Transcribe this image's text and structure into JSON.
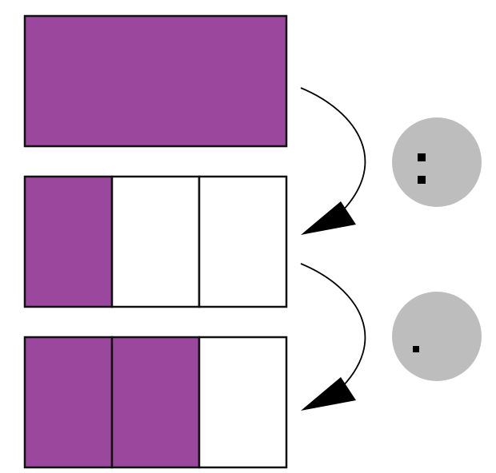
{
  "colors": {
    "filled": "#9c479e",
    "empty": "#ffffff",
    "outline": "#111111",
    "circle": "#bdbdbd",
    "dot": "#000000",
    "arrow": "#000000"
  },
  "bars": [
    {
      "parts": 1,
      "shaded": 1
    },
    {
      "parts": 3,
      "shaded": 1
    },
    {
      "parts": 3,
      "shaded": 2
    }
  ],
  "steps": [
    {
      "from_bar": 0,
      "to_bar": 1,
      "operator": "division-sign",
      "operator_dots": 2
    },
    {
      "from_bar": 1,
      "to_bar": 2,
      "operator": "multiplication-dot",
      "operator_dots": 1
    }
  ]
}
